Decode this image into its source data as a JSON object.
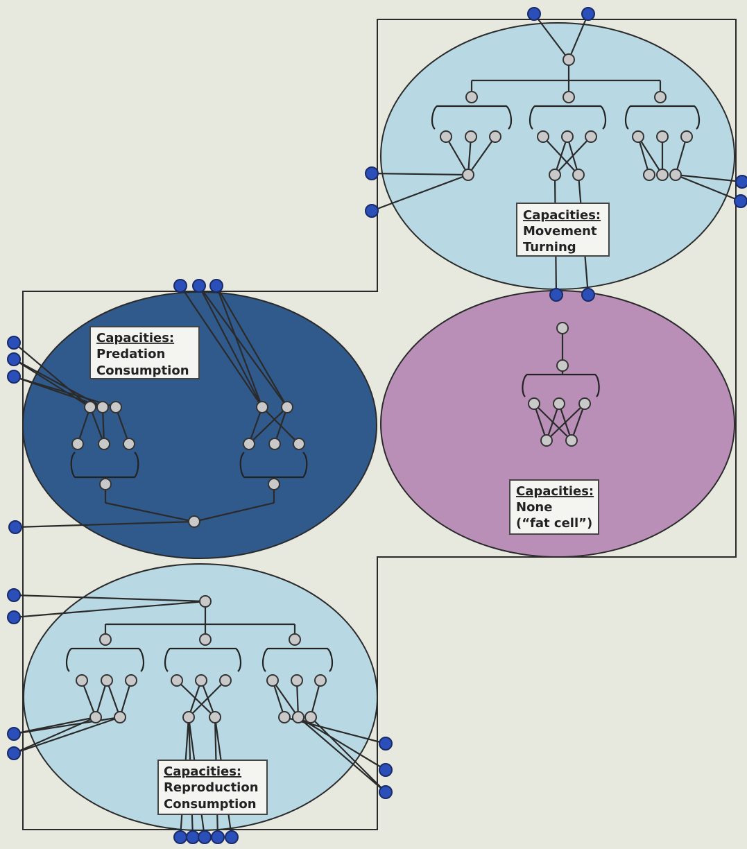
{
  "cells": [
    {
      "id": "top-right",
      "color": "#b8d9e3",
      "capacities": {
        "title": "Capacities:",
        "lines": [
          "Movement",
          "Turning"
        ]
      }
    },
    {
      "id": "left",
      "color": "#305a8c",
      "capacities": {
        "title": "Capacities:",
        "lines": [
          "Predation",
          "Consumption"
        ]
      }
    },
    {
      "id": "right",
      "color": "#b98fb8",
      "capacities": {
        "title": "Capacities:",
        "lines": [
          "None",
          "(“fat cell”)"
        ]
      }
    },
    {
      "id": "bottom",
      "color": "#b8d9e3",
      "capacities": {
        "title": "Capacities:",
        "lines": [
          "Reproduction",
          "Consumption"
        ]
      }
    }
  ],
  "colors": {
    "port": "#2b4fb8",
    "node": "#c9c9c9",
    "outline": "#2a2a2a"
  }
}
